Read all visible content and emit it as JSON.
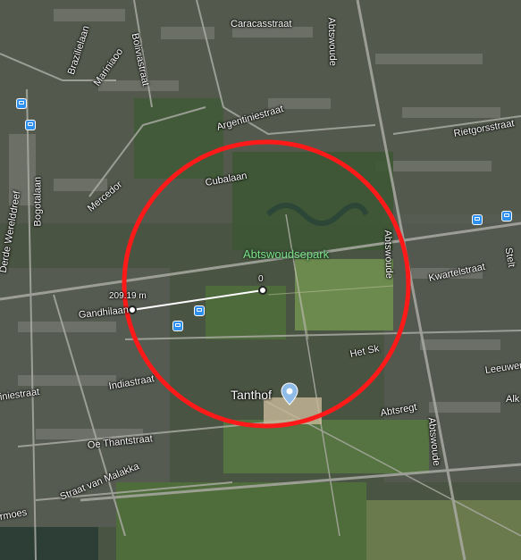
{
  "map": {
    "park_name": "Abtswoudsepark",
    "poi_name": "Tanthof",
    "measure": {
      "label": "209.19 m",
      "start_label": "0"
    },
    "colors": {
      "circle": "#ff1a1a",
      "park": "#7ee08a",
      "transit": "#2d8ff0",
      "poi_pin": "#8fbbe8"
    },
    "streets": [
      "Caracasstraat",
      "Boliviastraat",
      "Brazilielaan",
      "Argentiniestraat",
      "Rietgorsstraat",
      "Bogotalaan",
      "Derde Werelddreef",
      "Cubalaan",
      "Kwartelstraat",
      "Gandhilaan",
      "Indiastraat",
      "Het Sk",
      "Abtsregt",
      "Oe Thantstraat",
      "Straat van Malakka",
      "Abtswoude",
      "Abtswoude",
      "Abtswoude",
      "Leeuwer",
      "Alk",
      "Stelt",
      "Mariniaoo",
      "Mercedor",
      "iniestraat",
      "rmoes"
    ]
  }
}
